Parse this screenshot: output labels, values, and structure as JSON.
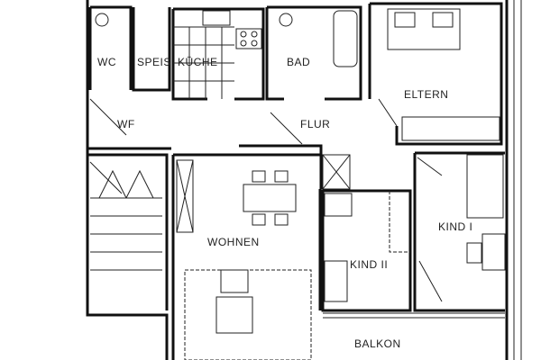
{
  "rooms": {
    "wc": "WC",
    "speis": "SPEIS",
    "kueche": "KÜCHE",
    "bad": "BAD",
    "eltern": "ELTERN",
    "wf": "WF",
    "flur": "FLUR",
    "wohnen": "WOHNEN",
    "kind1": "KIND I",
    "kind2": "KIND II",
    "balkon": "BALKON"
  }
}
